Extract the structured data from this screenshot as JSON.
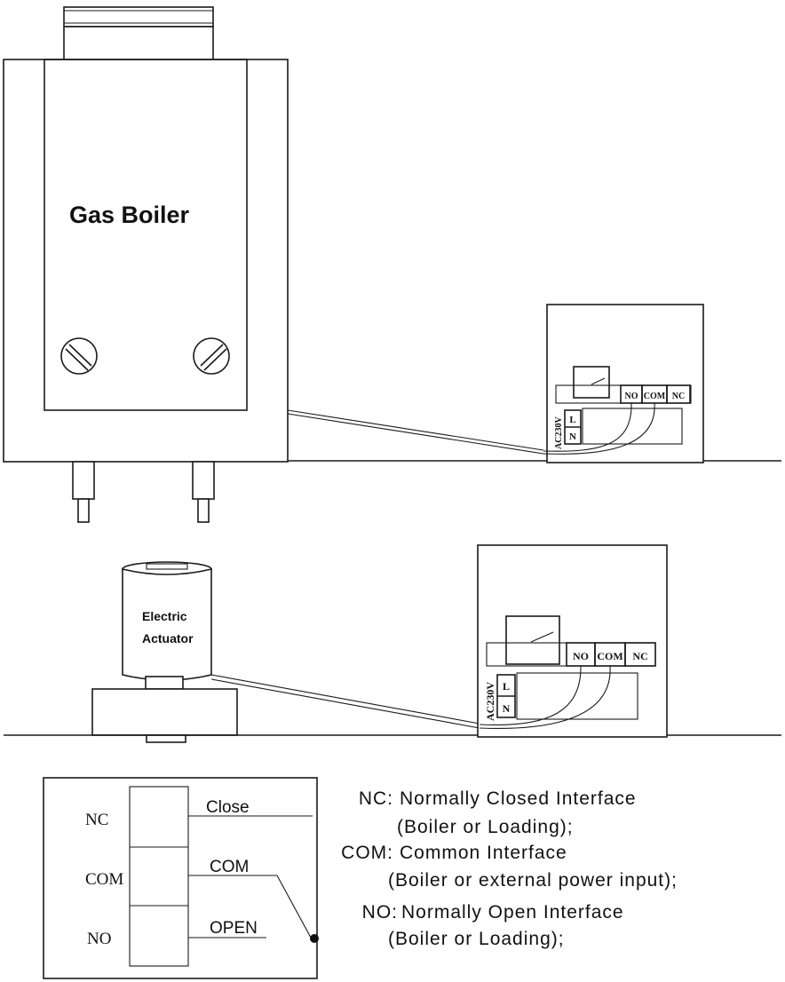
{
  "diagram1": {
    "boiler_label": "Gas Boiler",
    "terminal_no": "NO",
    "terminal_com": "COM",
    "terminal_nc": "NC",
    "power_label": "AC230V",
    "power_n": "N",
    "power_l": "L"
  },
  "diagram2": {
    "actuator_line1": "Electric",
    "actuator_line2": "Actuator",
    "terminal_no": "NO",
    "terminal_com": "COM",
    "terminal_nc": "NC",
    "power_label": "AC230V",
    "power_n": "N",
    "power_l": "L"
  },
  "schematic": {
    "nc_label": "NC",
    "com_label": "COM",
    "no_label": "NO",
    "close_label": "Close",
    "com_wire_label": "COM",
    "open_label": "OPEN"
  },
  "legend": [
    {
      "term": "NC:",
      "desc": "Normally Closed Interface",
      "note": "(Boiler or Loading);"
    },
    {
      "term": "COM:",
      "desc": "Common Interface",
      "note": "(Boiler or external power input);"
    },
    {
      "term": "NO:",
      "desc": "Normally Open Interface",
      "note": "(Boiler or Loading);"
    }
  ]
}
